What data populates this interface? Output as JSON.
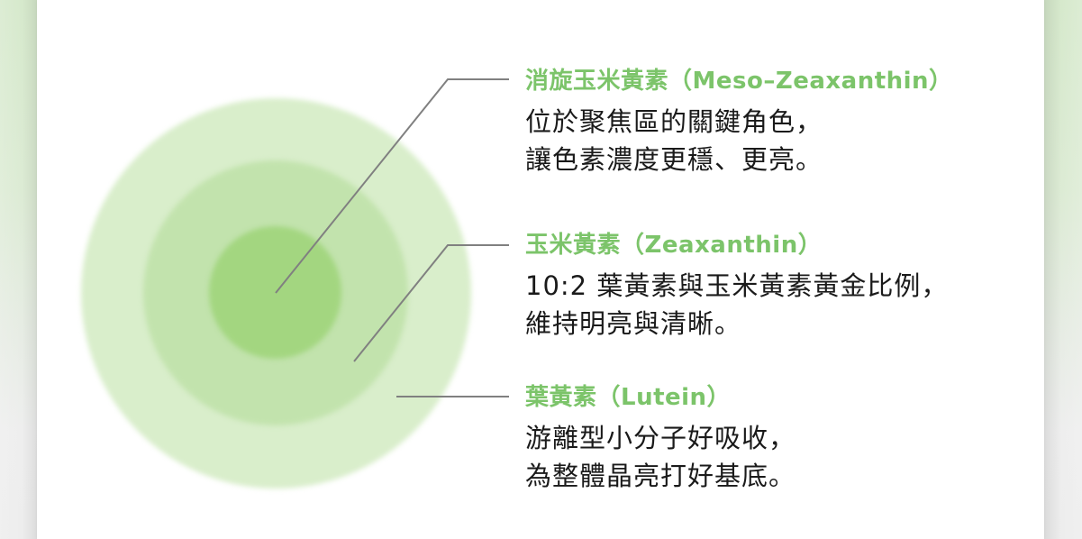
{
  "diagram": {
    "type": "concentric-layers",
    "colors": {
      "title_green": "#7cc46a",
      "body_text": "#1a1a1a",
      "leader_line": "#808080",
      "ring_inner": "#a3d680",
      "ring_middle": "#c2e3ad",
      "ring_outer": "#d9eecb"
    },
    "layers": [
      {
        "id": "meso-zeaxanthin",
        "ring": "inner",
        "title": "消旋玉米黃素（Meso–Zeaxanthin）",
        "lines": [
          "位於聚焦區的關鍵角色，",
          "讓色素濃度更穩、更亮。"
        ]
      },
      {
        "id": "zeaxanthin",
        "ring": "middle",
        "title": "玉米黃素（Zeaxanthin）",
        "lines": [
          "10:2 葉黃素與玉米黃素黃金比例，",
          "維持明亮與清晰。"
        ]
      },
      {
        "id": "lutein",
        "ring": "outer",
        "title": "葉黃素（Lutein）",
        "lines": [
          "游離型小分子好吸收，",
          "為整體晶亮打好基底。"
        ]
      }
    ]
  }
}
